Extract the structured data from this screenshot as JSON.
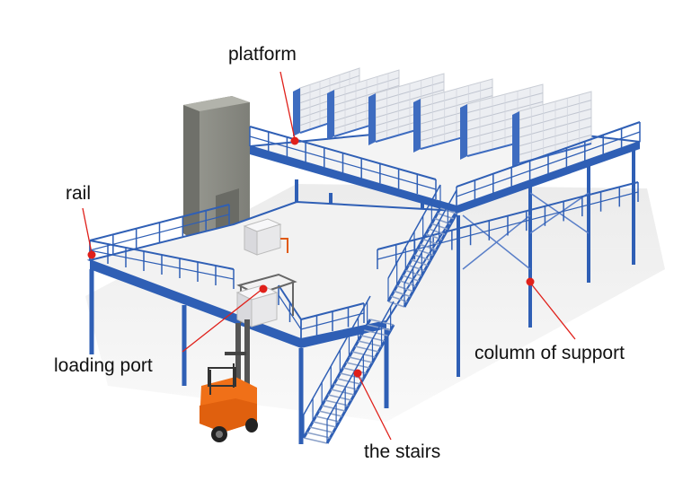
{
  "labels": {
    "platform": "platform",
    "rail": "rail",
    "loading_port": "loading port",
    "column_of_support": "column of support",
    "the_stairs": "the stairs"
  },
  "colors": {
    "steel_blue": "#2f5fb5",
    "marker_red": "#e0201a",
    "deck": "#f3f3f3",
    "lift_tower": "#8d8e86",
    "forklift_orange": "#f07018",
    "rack_frame": "#3e6cc0",
    "goods_box": "#e8e8ea"
  }
}
